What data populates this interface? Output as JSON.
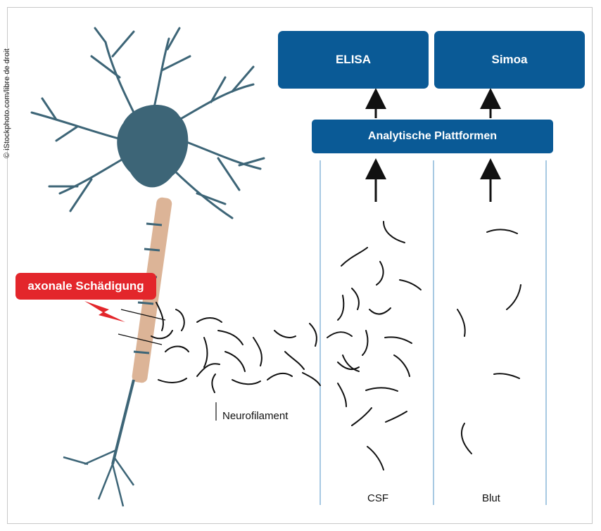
{
  "boxes": {
    "elisa": "ELISA",
    "simoa": "Simoa",
    "platform": "Analytische Plattformen"
  },
  "labels": {
    "damage": "axonale Schädigung",
    "neurofilament": "Neurofilament",
    "csf": "CSF",
    "blood": "Blut"
  },
  "copyright": "© iStockphoto.com/libre de droit",
  "colors": {
    "box_blue": "#0a5a96",
    "damage_red": "#e3262b",
    "neuron_teal": "#3d6577",
    "axon_myelin": "#dcb497",
    "column_line": "#8ab7d8"
  }
}
